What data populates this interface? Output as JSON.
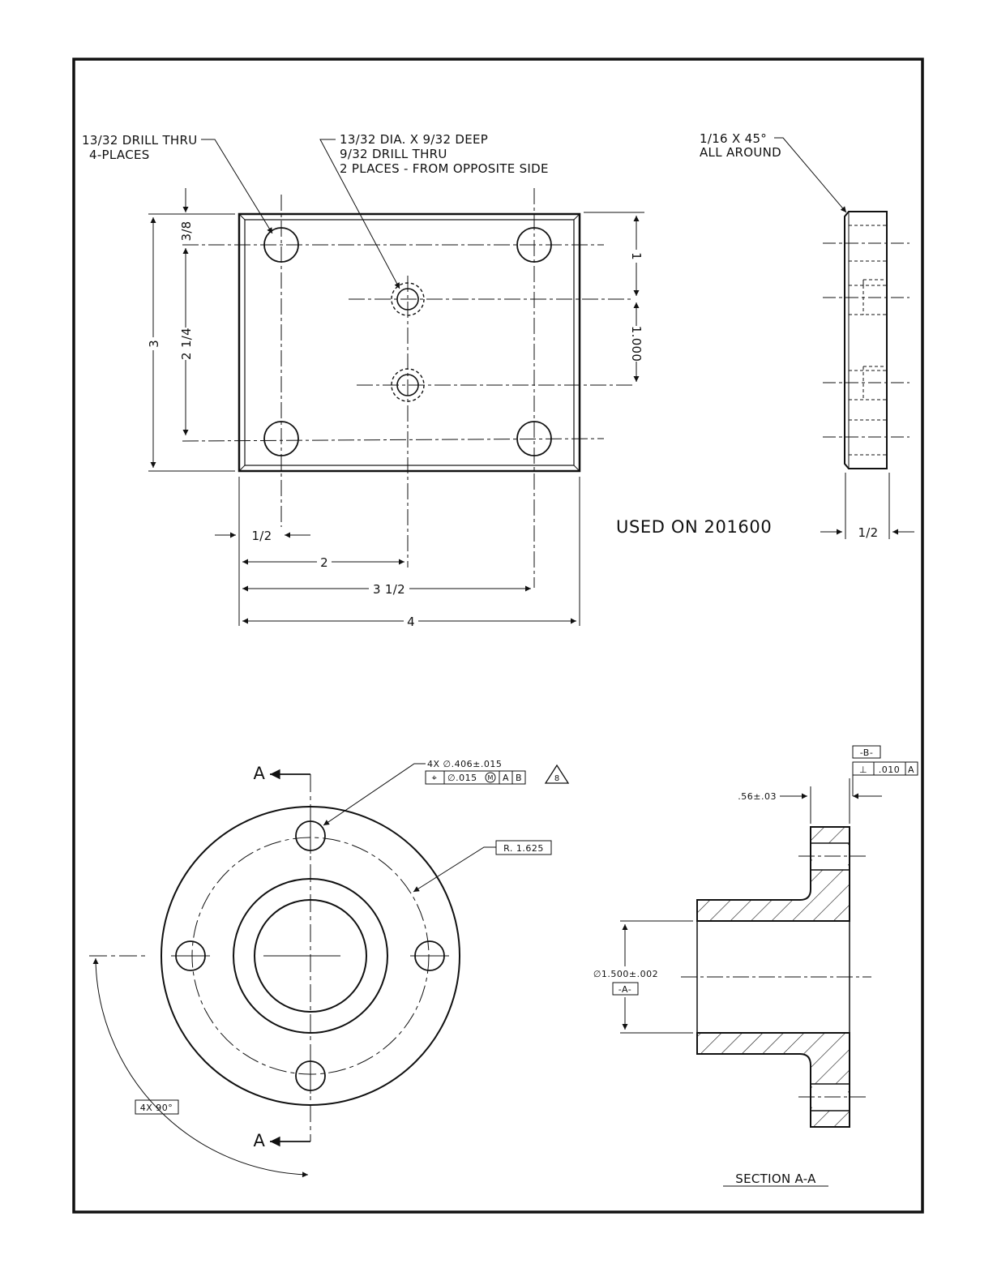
{
  "plate": {
    "notes": {
      "drill_thru": "13/32 DRILL THRU",
      "drill_places": "4-PLACES",
      "counterbore_1": "13/32 DIA. X 9/32 DEEP",
      "counterbore_2": "9/32 DRILL THRU",
      "counterbore_3": "2 PLACES - FROM OPPOSITE SIDE",
      "chamfer_1": "1/16 X 45°",
      "chamfer_2": "ALL AROUND"
    },
    "dims": {
      "top_offset": "3/8",
      "height": "3",
      "hole_spacing_v": "2 1/4",
      "top_right": "1",
      "cb_spacing": "1.000",
      "left_offset": "1/2",
      "cb_x": "2",
      "hole_spacing_h": "3 1/2",
      "width": "4",
      "thickness": "1/2"
    },
    "used_on": "USED ON 201600"
  },
  "flange": {
    "section_letter": "A",
    "hole_note": "4X ∅.406±.015",
    "fcf": {
      "symbol": "⌖",
      "tolerance": "∅.015",
      "modifier": "M",
      "datum_1": "A",
      "datum_2": "B"
    },
    "flag_note": "8",
    "radius": "R. 1.625",
    "angle": "4X 90°",
    "datum_b": "-B-",
    "perp_symbol": "⊥",
    "perp_tol": ".010",
    "perp_datum": "A",
    "flange_thk": ".56±.03",
    "bore_dia": "∅1.500±.002",
    "datum_a": "-A-",
    "section_title": "SECTION  A-A"
  }
}
